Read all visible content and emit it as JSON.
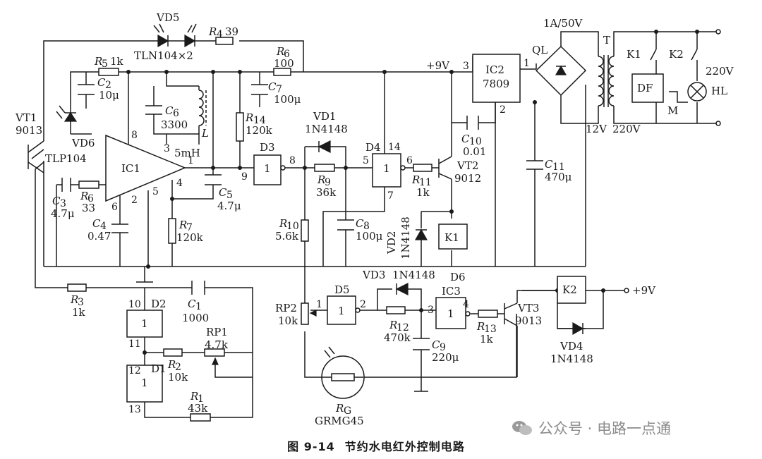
{
  "caption": {
    "figure_no": "图 9-14",
    "title": "节约水电红外控制电路"
  },
  "watermark": {
    "text": "公众号 · 电路一点通",
    "icon": "wechat-icon"
  },
  "labels": {
    "vd5": "VD5",
    "vd5_type": "TLN104×2",
    "r4": "R",
    "r4_sub": "4",
    "r4_val": "39",
    "r5": "R",
    "r5_sub": "5",
    "r5_val": "1k",
    "r6": "R",
    "r6_sub": "6",
    "r6_val": "100",
    "c2": "C",
    "c2_sub": "2",
    "c2_val": "10μ",
    "c7": "C",
    "c7_sub": "7",
    "c7_val": "100μ",
    "c6": "C",
    "c6_sub": "6",
    "c6_val": "3300",
    "l": "L",
    "l_val": "5mH",
    "r14": "R",
    "r14_sub": "14",
    "r14_val": "120k",
    "vt1": "VT1",
    "vt1_type": "9013",
    "vd6": "VD6",
    "tlp104": "TLP104",
    "ic1": "IC1",
    "c3": "C",
    "c3_sub": "3",
    "c3_val": "4.7μ",
    "r6b": "R",
    "r6b_sub": "6",
    "r6b_val": "33",
    "c4": "C",
    "c4_sub": "4",
    "c4_val": "0.47",
    "c5": "C",
    "c5_sub": "5",
    "c5_val": "4.7μ",
    "r7": "R",
    "r7_sub": "7",
    "r7_val": "120k",
    "vd1": "VD1",
    "vd1_type": "1N4148",
    "d3": "D3",
    "d4": "D4",
    "r9": "R",
    "r9_sub": "9",
    "r9_val": "36k",
    "r10": "R",
    "r10_sub": "10",
    "r10_val": "5.6k",
    "c8": "C",
    "c8_sub": "8",
    "c8_val": "100μ",
    "vd2": "VD2",
    "vd2_type": "1N4148",
    "c10": "C",
    "c10_sub": "10",
    "c10_val": "0.01",
    "r11": "R",
    "r11_sub": "11",
    "r11_val": "1k",
    "vt2": "VT2",
    "vt2_type": "9012",
    "k1": "K1",
    "plus9v": "+9V",
    "ic2": "IC2",
    "ic2_type": "7809",
    "c11": "C",
    "c11_sub": "11",
    "c11_val": "470μ",
    "rating": "1A/50V",
    "ql": "QL",
    "t": "T",
    "v12": "12V",
    "v220a": "220V",
    "v220b": "220V",
    "df": "DF",
    "m": "M",
    "hl": "HL",
    "k2": "K2",
    "r3": "R",
    "r3_sub": "3",
    "r3_val": "1k",
    "c1": "C",
    "c1_sub": "1",
    "c1_val": "1000",
    "d2": "D2",
    "d1": "D1",
    "rp1": "RP1",
    "rp1_val": "4.7k",
    "r2": "R",
    "r2_sub": "2",
    "r2_val": "10k",
    "r1": "R",
    "r1_sub": "1",
    "r1_val": "43k",
    "rp2": "RP2",
    "rp2_val": "10k",
    "d5": "D5",
    "vd3": "VD3",
    "vd3_type": "1N4148",
    "d6": "D6",
    "ic3": "IC3",
    "r12": "R",
    "r12_sub": "12",
    "r12_val": "470k",
    "c9": "C",
    "c9_sub": "9",
    "c9_val": "220μ",
    "r13": "R",
    "r13_sub": "13",
    "r13_val": "1k",
    "vt3": "VT3",
    "vt3_type": "9013",
    "vd4": "VD4",
    "vd4_type": "1N4148",
    "rg": "R",
    "rg_sub": "G",
    "rg_type": "GRMG45",
    "plus9v_b": "+9V",
    "gate": "1"
  },
  "pins": {
    "p3": "3",
    "p8": "8",
    "p1": "1",
    "p9": "9",
    "p8b": "8",
    "p5": "5",
    "p14": "14",
    "p6": "6",
    "p7": "7",
    "p2": "2",
    "p6b": "6",
    "p4": "4",
    "p5b": "5",
    "p10": "10",
    "p11": "11",
    "p12": "12",
    "p13": "13",
    "ic2_p3": "3",
    "ic2_p1": "1",
    "ic2_p2": "2",
    "d5_p1": "1",
    "d5_p2": "2",
    "d6_p3": "3",
    "d6_p4": "4"
  }
}
